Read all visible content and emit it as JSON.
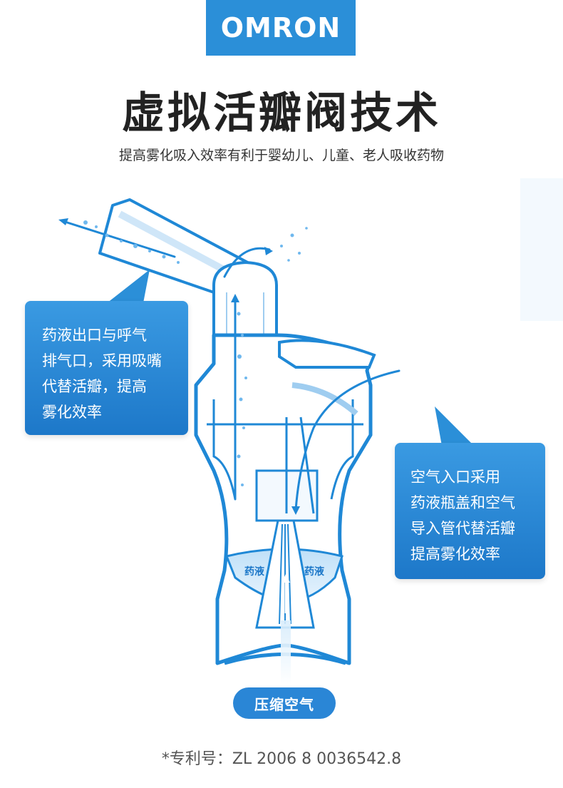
{
  "brand": {
    "name": "OMRON",
    "color": "#2b8fd8"
  },
  "title": "虚拟活瓣阀技术",
  "subtitle": "提高雾化吸入效率有利于婴幼儿、儿童、老人吸收药物",
  "callout_left": {
    "lines": [
      "药液出口与呼气",
      "排气口，采用吸嘴",
      "代替活瓣，提高",
      "雾化效率"
    ]
  },
  "callout_right": {
    "lines": [
      "空气入口采用",
      "药液瓶盖和空气",
      "导入管代替活瓣",
      "提高雾化效率"
    ]
  },
  "liquid_labels": [
    "药液",
    "药液"
  ],
  "air_label": "压缩空气",
  "patent": "*专利号：ZL 2006 8 0036542.8",
  "colors": {
    "accent": "#2b8fd8",
    "outline": "#1f88d6",
    "mist": "#cfe6f8"
  }
}
